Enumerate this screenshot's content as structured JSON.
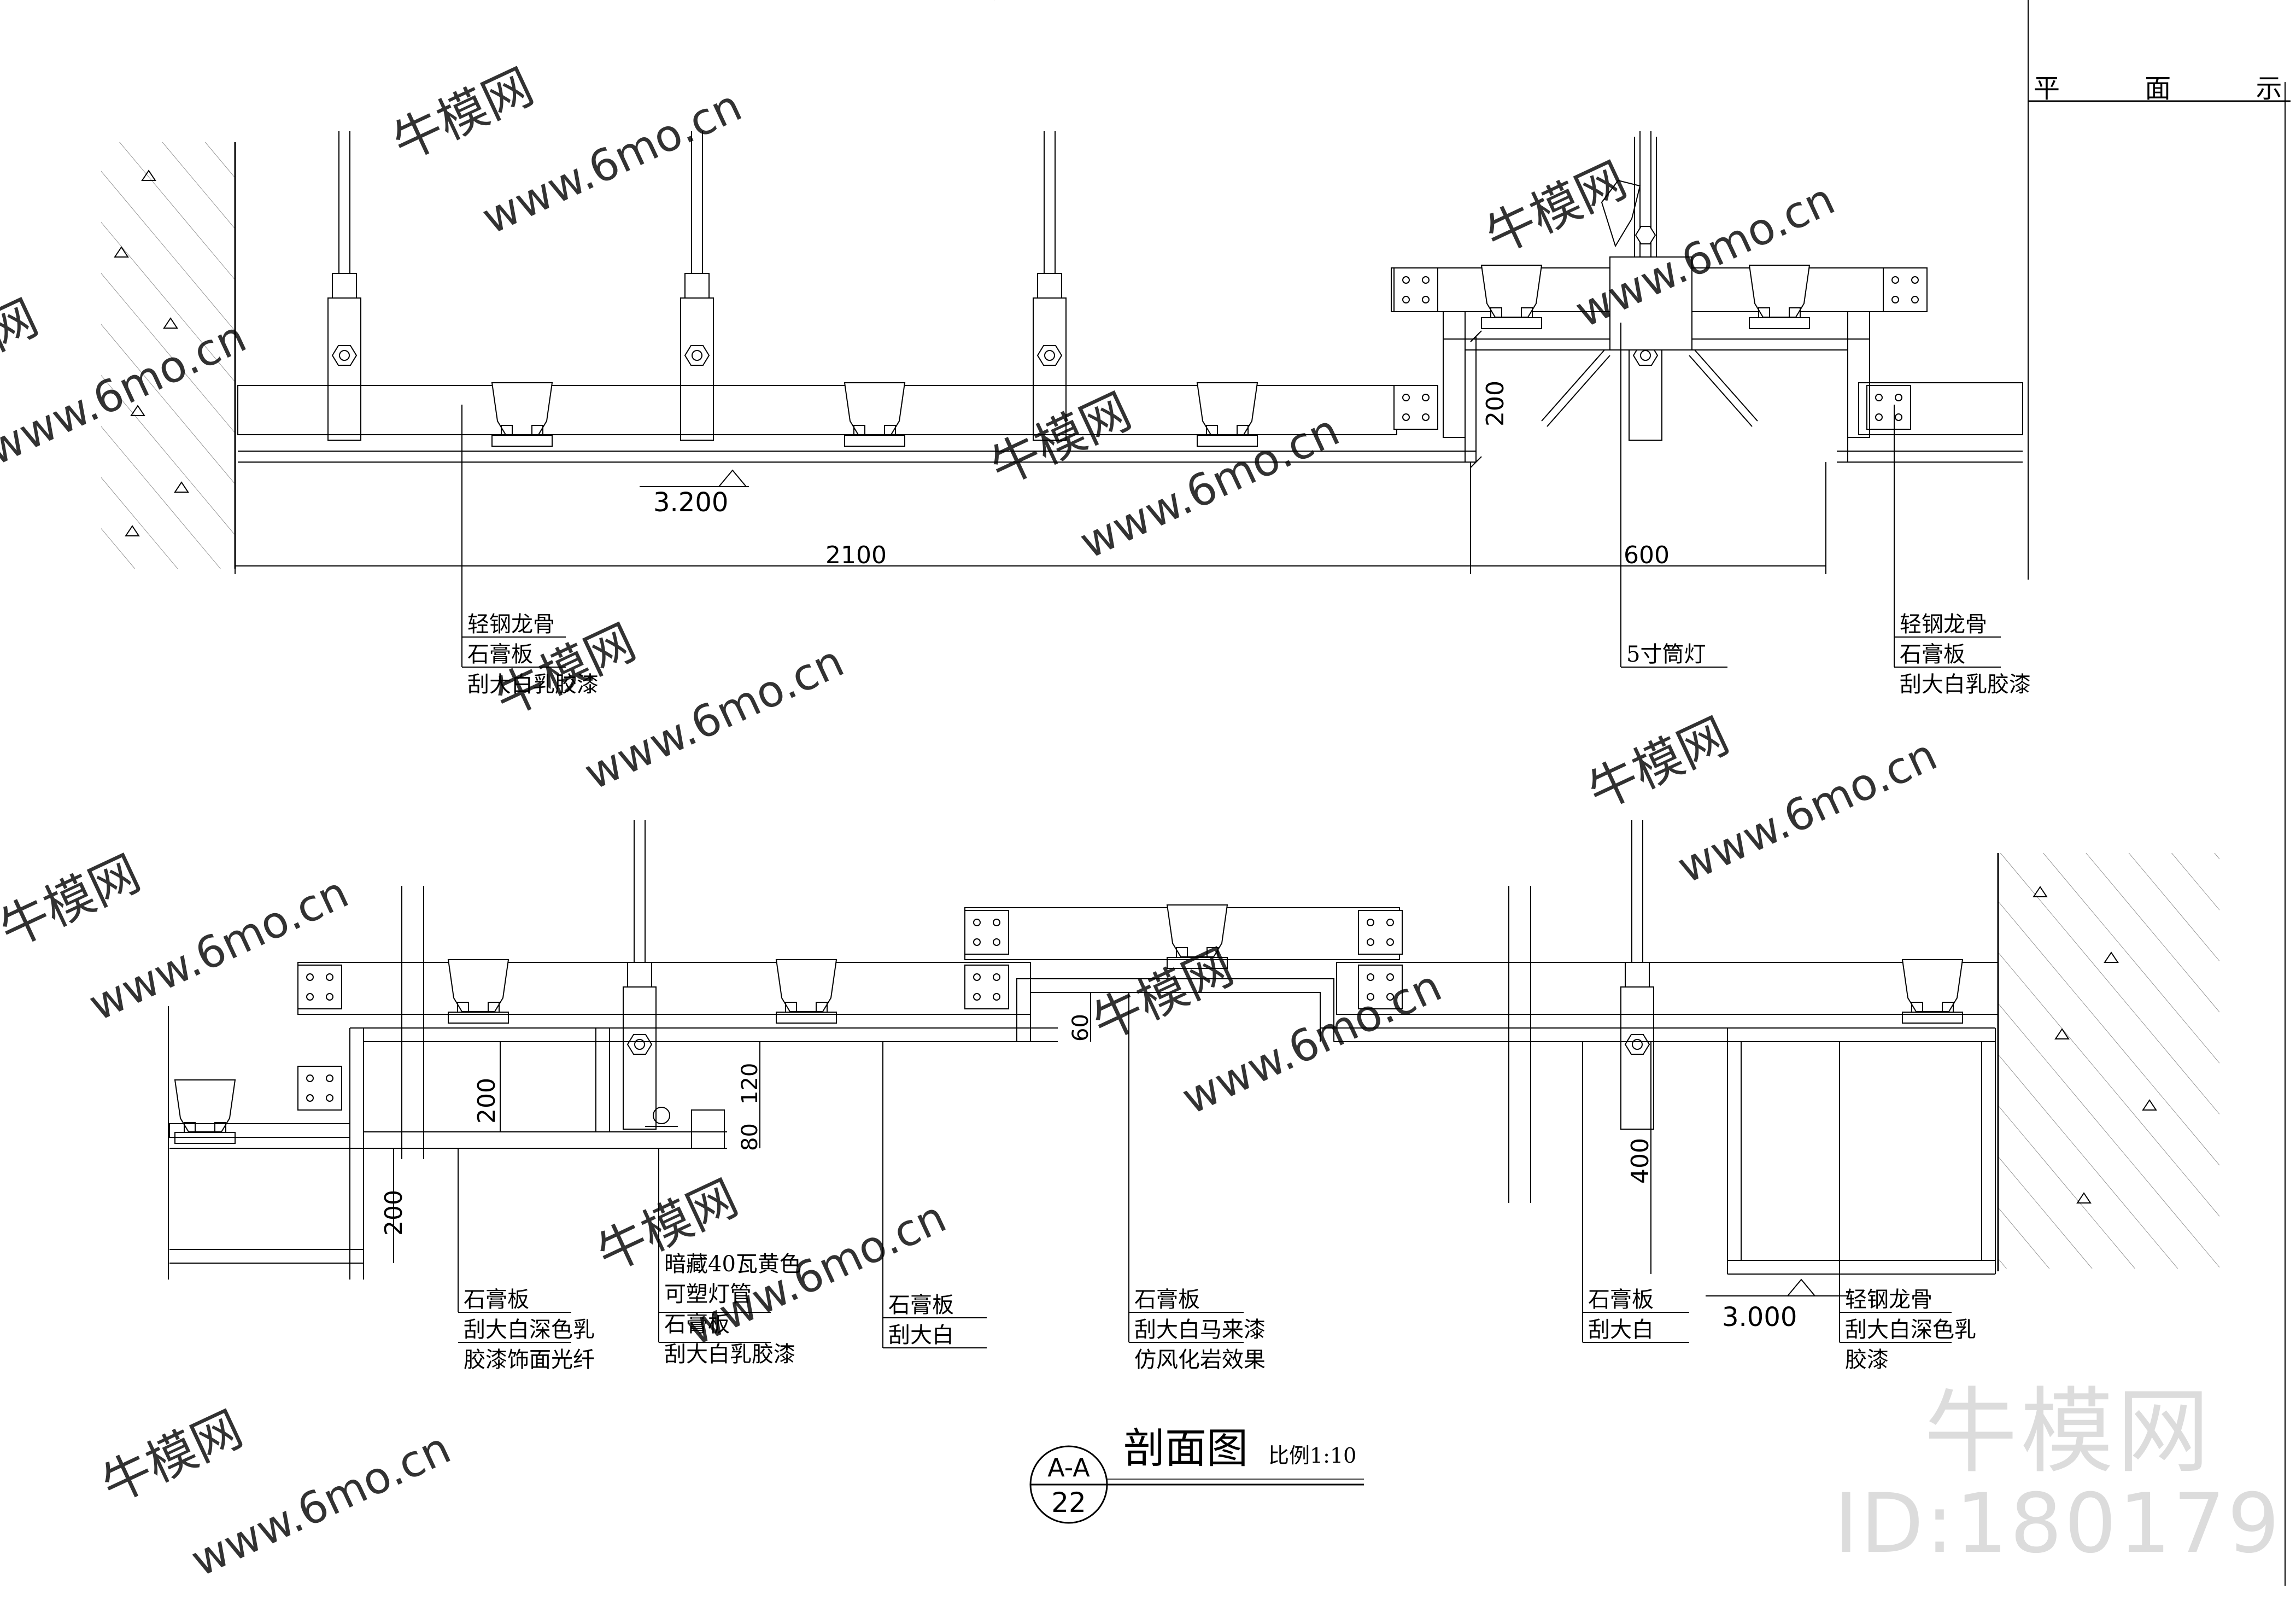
{
  "header_fragment": "平 面 示 意 图",
  "upper_section": {
    "level_mark": "3.200",
    "dim_span_a": "2100",
    "dim_span_b": "600",
    "dim_drop": "200",
    "note_left": [
      "轻钢龙骨",
      "石膏板",
      "刮大白乳胶漆"
    ],
    "note_light": [
      "5寸筒灯"
    ],
    "note_right": [
      "轻钢龙骨",
      "石膏板",
      "刮大白乳胶漆"
    ]
  },
  "lower_section": {
    "level_mark": "3.000",
    "dim_200_a": "200",
    "dim_200_b": "200",
    "dim_120": "120",
    "dim_80": "80",
    "dim_60": "60",
    "dim_400": "400",
    "note_1": [
      "石膏板",
      "刮大白深色乳",
      "胶漆饰面光纤"
    ],
    "note_2": [
      "暗藏40瓦黄色",
      "可塑灯管",
      "石膏板",
      "刮大白乳胶漆"
    ],
    "note_3": [
      "石膏板",
      "刮大白"
    ],
    "note_4": [
      "石膏板",
      "刮大白马来漆",
      "仿风化岩效果"
    ],
    "note_5": [
      "石膏板",
      "刮大白"
    ],
    "note_6": [
      "轻钢龙骨",
      "刮大白深色乳",
      "胶漆"
    ]
  },
  "title_block": {
    "title": "剖面图",
    "scale": "比例1:10",
    "section_id": "A-A",
    "sheet_no": "22"
  },
  "watermark": {
    "brand": "牛模网",
    "url": "www.6mo.cn",
    "id_text": "ID:180179"
  }
}
